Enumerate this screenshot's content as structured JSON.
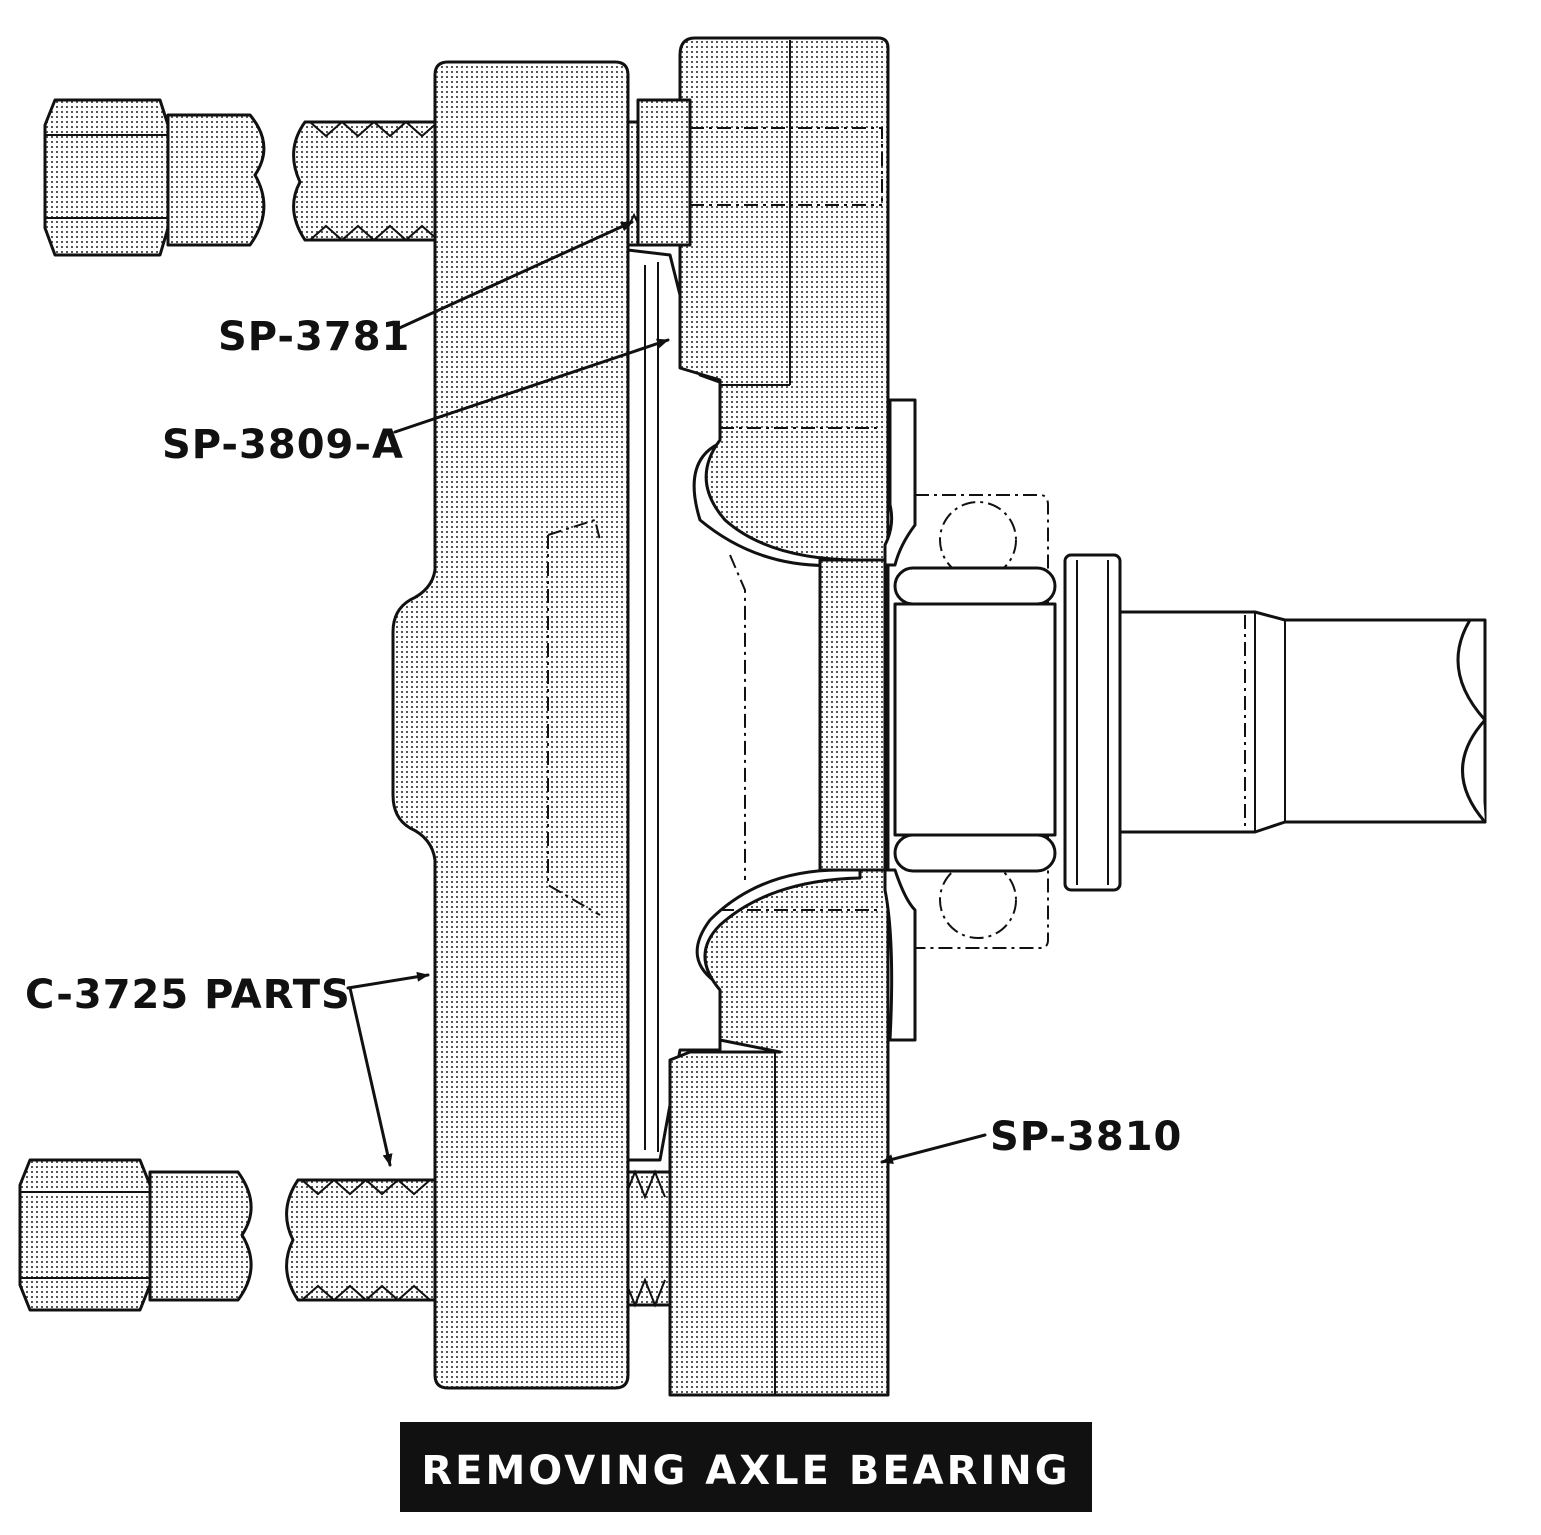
{
  "labels": {
    "sp_3781": "SP-3781",
    "sp_3809_a": "SP-3809-A",
    "c_3725_parts": "C-3725 PARTS",
    "sp_3810": "SP-3810"
  },
  "caption": "REMOVING AXLE BEARING",
  "colors": {
    "ink": "#111111",
    "stipple": "#a9a9a9",
    "paper": "#ffffff",
    "caption_bg": "#111111",
    "caption_text": "#ffffff"
  }
}
